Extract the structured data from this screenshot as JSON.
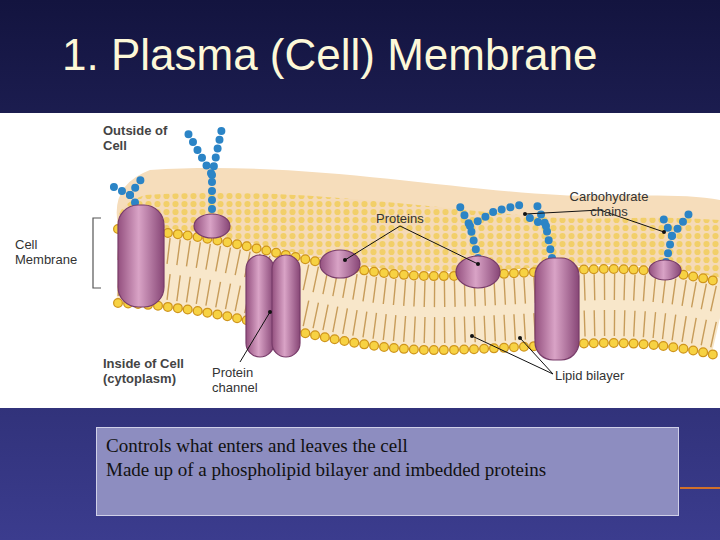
{
  "diagram": {
    "title": "1. Plasma (Cell) Membrane",
    "nodes": [
      {
        "text": [
          "Controls what enters and leaves the cell",
          "Made up of a phospholipid bilayer and imbedded proteins"
        ]
      }
    ],
    "labels": [
      "Outside of Cell",
      "Cell Membrane",
      "Proteins",
      "Carbohydrate chains",
      "Inside of Cell (cytoplasm)",
      "Protein channel",
      "Lipid bilayer"
    ]
  }
}
